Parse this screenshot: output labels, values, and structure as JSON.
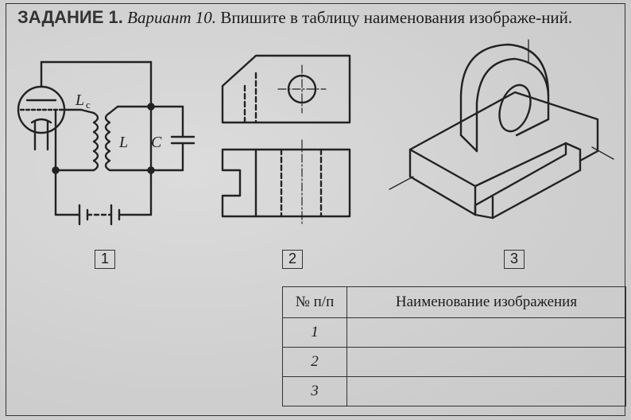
{
  "task": {
    "label": "ЗАДАНИЕ 1.",
    "variant": "Вариант 10.",
    "instruction": "Впишите в таблицу наименования изображе-ний."
  },
  "figures": [
    {
      "number": "1",
      "circuit_labels": {
        "lc": "L",
        "lc_sub": "c",
        "l": "L",
        "c": "C"
      }
    },
    {
      "number": "2"
    },
    {
      "number": "3"
    }
  ],
  "table": {
    "headers": {
      "num": "№ п/п",
      "name": "Наименование изображения"
    },
    "rows": [
      {
        "num": "1",
        "name": ""
      },
      {
        "num": "2",
        "name": ""
      },
      {
        "num": "3",
        "name": ""
      }
    ]
  }
}
